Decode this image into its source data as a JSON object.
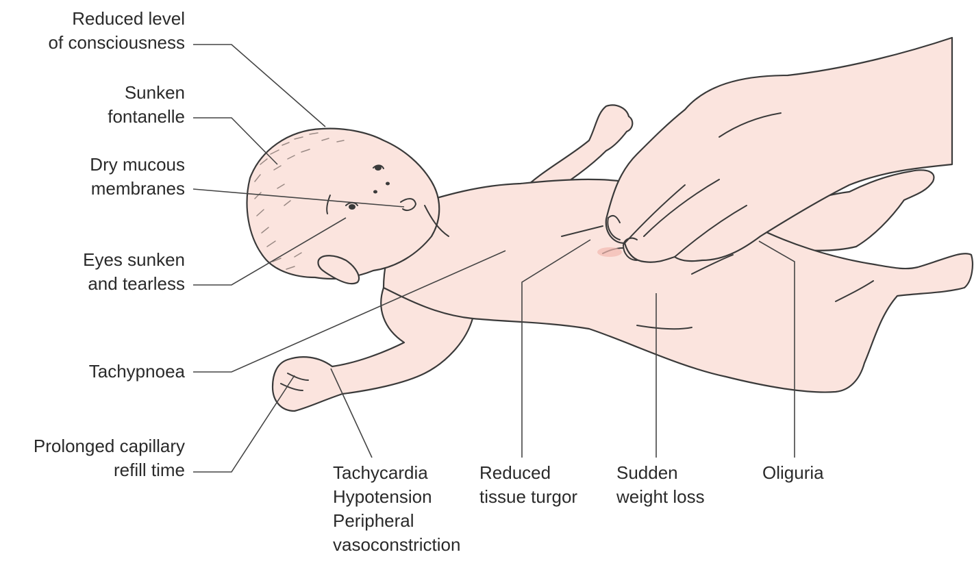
{
  "diagram": {
    "labels": {
      "consciousness": "Reduced level\nof consciousness",
      "fontanelle": "Sunken\nfontanelle",
      "mucous": "Dry mucous\nmembranes",
      "eyes": "Eyes sunken\nand tearless",
      "tachypnoea": "Tachypnoea",
      "capillary": "Prolonged capillary\nrefill time",
      "cardio": "Tachycardia\nHypotension\nPeripheral\nvasoconstriction",
      "turgor": "Reduced\ntissue turgor",
      "weight": "Sudden\nweight loss",
      "oliguria": "Oliguria"
    },
    "colors": {
      "skin": "#fbe4de",
      "outline": "#3a3a3a",
      "leader": "#444444",
      "hair": "#9a8a85",
      "pinch": "#f2b9b0"
    }
  }
}
